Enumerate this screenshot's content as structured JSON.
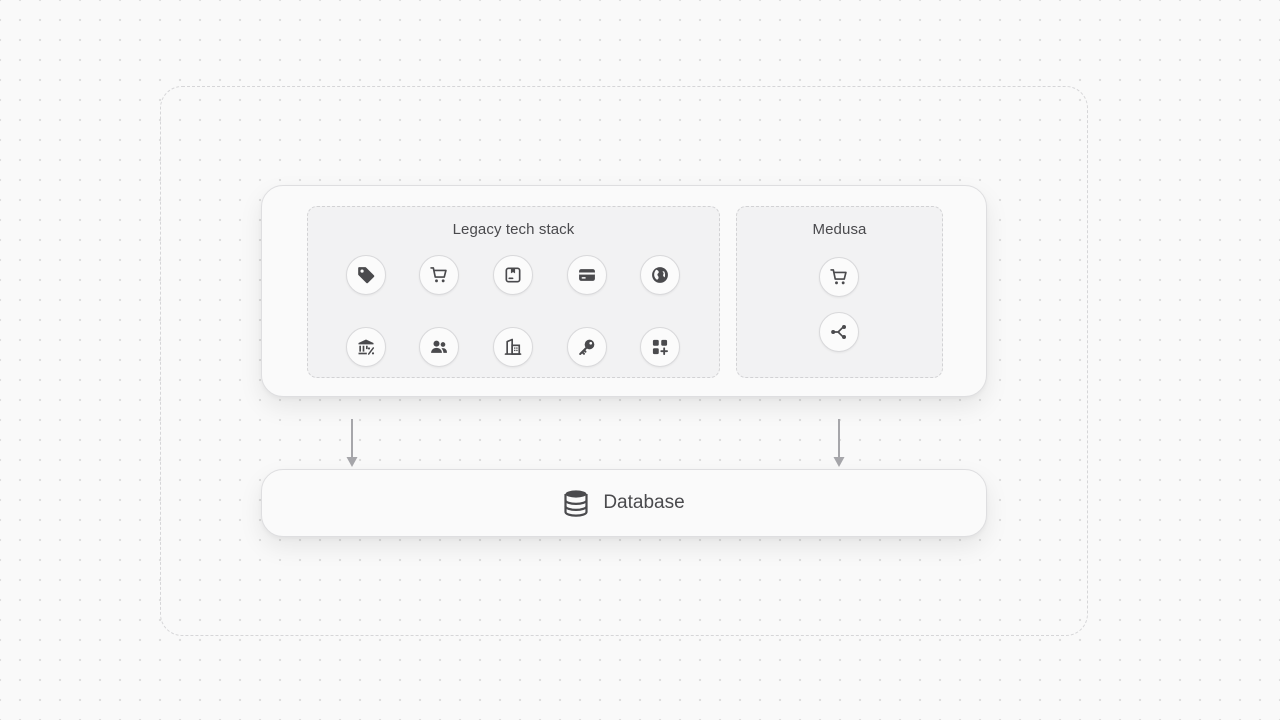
{
  "diagram": {
    "legacy_group": {
      "title": "Legacy tech stack",
      "icons": [
        "tag-icon",
        "cart-icon",
        "package-icon",
        "credit-card-icon",
        "globe-icon",
        "tax-bank-icon",
        "users-icon",
        "building-icon",
        "key-icon",
        "apps-plus-icon"
      ]
    },
    "medusa_group": {
      "title": "Medusa",
      "icons": [
        "cart-icon",
        "workflow-icon"
      ]
    },
    "database": {
      "label": "Database",
      "icon": "database-icon"
    },
    "colors": {
      "icon": "#4a4a4d",
      "arrow": "#a6a6aa",
      "dashed_border": "#d2d2d4"
    }
  }
}
